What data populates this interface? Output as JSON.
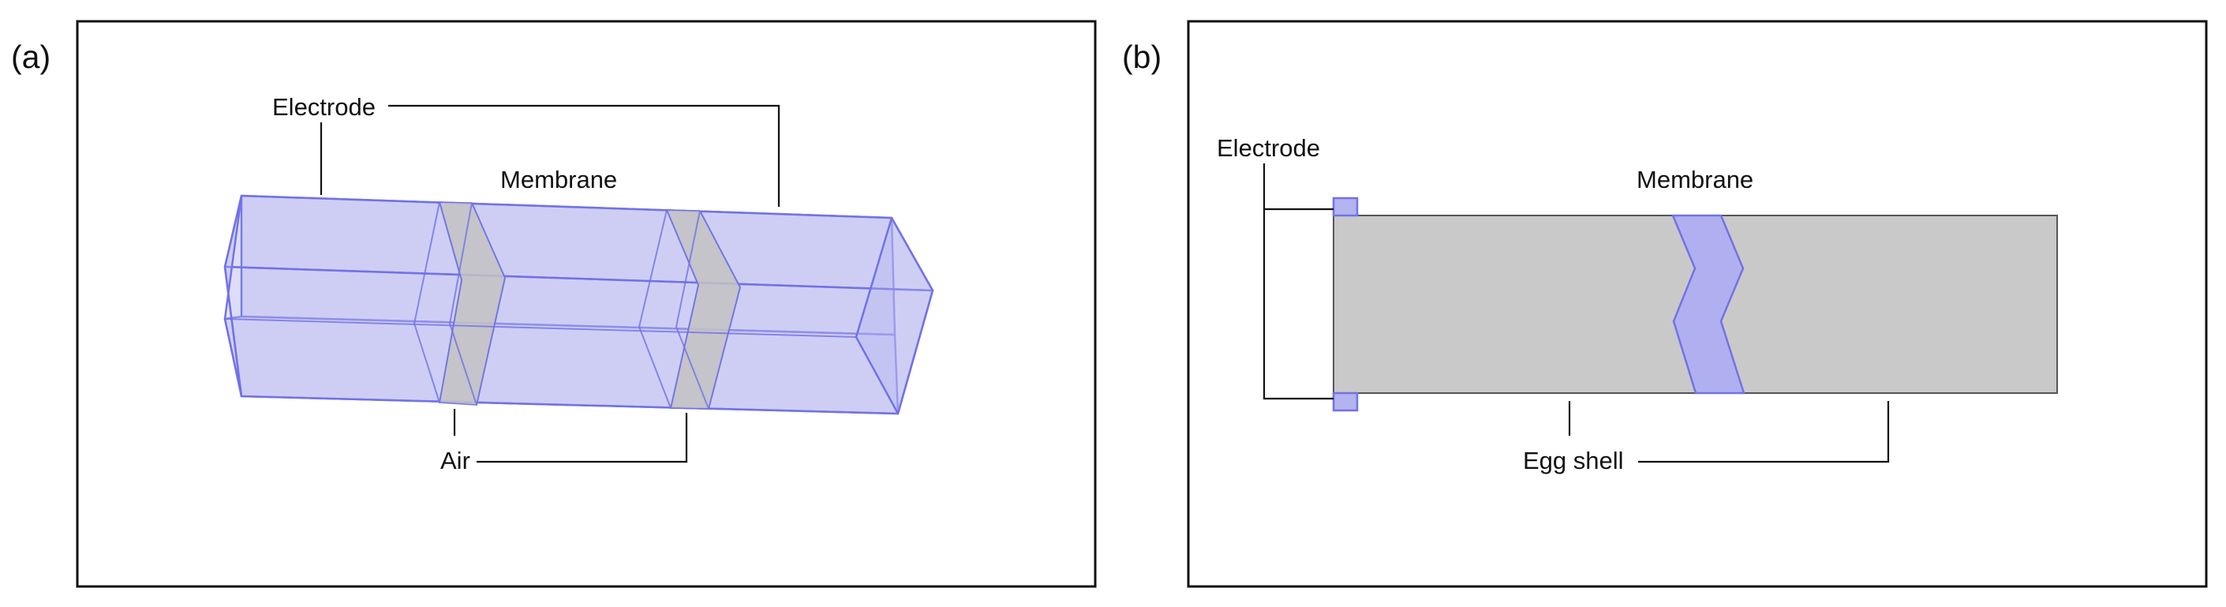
{
  "colors": {
    "electrode_fill": "#b3b3f0",
    "electrode_edge": "#7272e6",
    "gap_fill": "#c2c2c2",
    "eggshell_fill": "#c9c9c9",
    "membrane_fill": "#b0b0f0",
    "line": "#111111"
  },
  "panel_a": {
    "tag": "(a)",
    "labels": {
      "electrode": "Electrode",
      "membrane": "Membrane",
      "air": "Air"
    }
  },
  "panel_b": {
    "tag": "(b)",
    "labels": {
      "electrode": "Electrode",
      "membrane": "Membrane",
      "egg_shell": "Egg shell"
    }
  }
}
